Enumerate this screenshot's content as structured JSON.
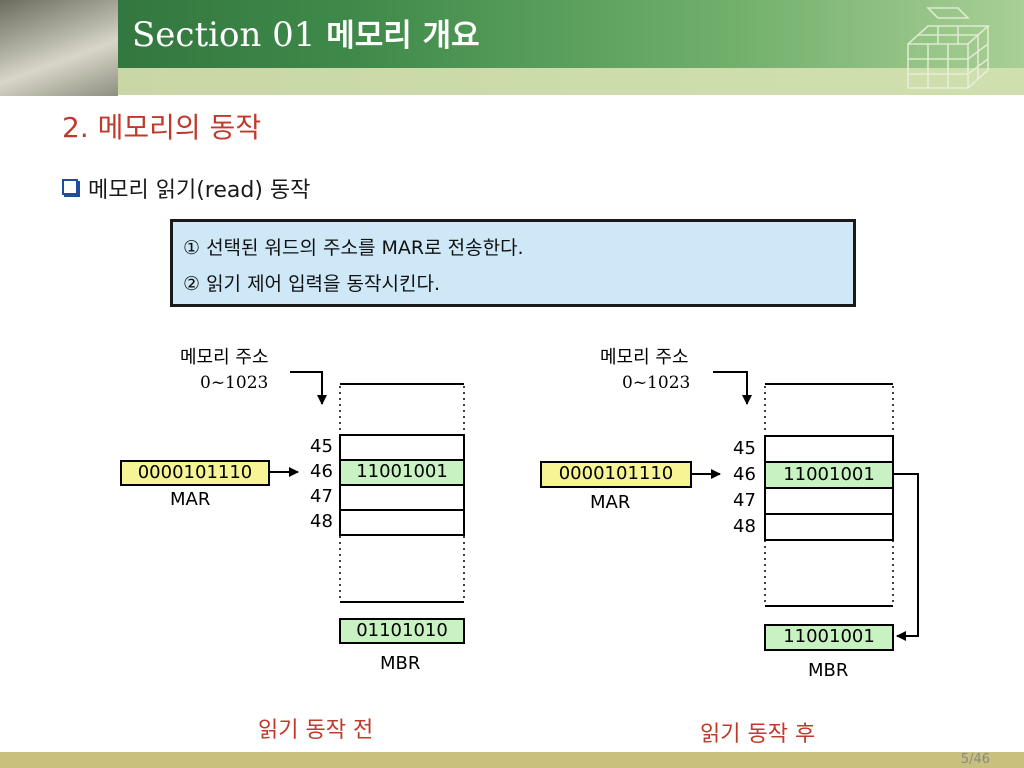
{
  "header": {
    "title_prefix": "Section 01 ",
    "title_main": "메모리 개요"
  },
  "heading": "2. 메모리의 동작",
  "bullet": "메모리 읽기(read) 동작",
  "steps": [
    "① 선택된 워드의 주소를 MAR로 전송한다.",
    "② 읽기 제어 입력을 동작시킨다."
  ],
  "diagram_before": {
    "addr_label": "메모리 주소",
    "addr_range": "0~1023",
    "addresses": [
      "45",
      "46",
      "47",
      "48"
    ],
    "word_46": "11001001",
    "mar_value": "0000101110",
    "mar_label": "MAR",
    "mbr_value": "01101010",
    "mbr_label": "MBR",
    "caption": "읽기 동작 전"
  },
  "diagram_after": {
    "addr_label": "메모리 주소",
    "addr_range": "0~1023",
    "addresses": [
      "45",
      "46",
      "47",
      "48"
    ],
    "word_46": "11001001",
    "mar_value": "0000101110",
    "mar_label": "MAR",
    "mbr_value": "11001001",
    "mbr_label": "MBR",
    "caption": "읽기 동작 후"
  },
  "footer": {
    "page": "5/46"
  },
  "colors": {
    "header_green": "#3f8a4a",
    "heading_red": "#c0392b",
    "steps_bg": "#cfe8f7",
    "mar_yellow": "#f6f494",
    "cell_green": "#c9f2c3"
  }
}
